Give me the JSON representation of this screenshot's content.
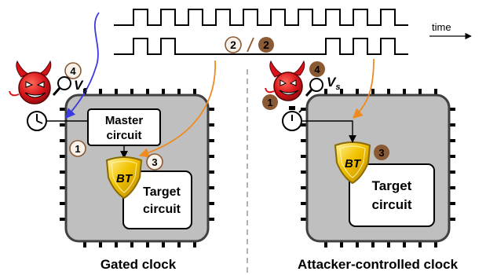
{
  "time_label": "time",
  "legend_label_light": "2",
  "legend_label_dark": "2",
  "vs_label_main": "V",
  "vs_label_sub": "s",
  "left_panel": {
    "caption": "Gated clock",
    "master_line1": "Master",
    "master_line2": "circuit",
    "target_line1": "Target",
    "target_line2": "circuit",
    "bt_label": "BT",
    "step_1": "1",
    "step_3": "3",
    "step_4": "4"
  },
  "right_panel": {
    "caption": "Attacker-controlled clock",
    "target_line1": "Target",
    "target_line2": "circuit",
    "bt_label": "BT",
    "step_1": "1",
    "step_3": "3",
    "step_4": "4"
  },
  "colors": {
    "chip_fill": "#bfbfbf",
    "chip_border": "#404040",
    "light_badge": "#f7f1ea",
    "light_badge_border": "#8a5a35",
    "dark_badge": "#8a5a35",
    "blue_arrow": "#3a3ae0",
    "orange_arrow": "#f08a1e",
    "shield_gold": "#f2c200",
    "devil_red": "#d8141b"
  },
  "icons": [
    "devil-icon",
    "magnifier-icon",
    "clock-icon",
    "stopwatch-icon",
    "shield-icon"
  ]
}
